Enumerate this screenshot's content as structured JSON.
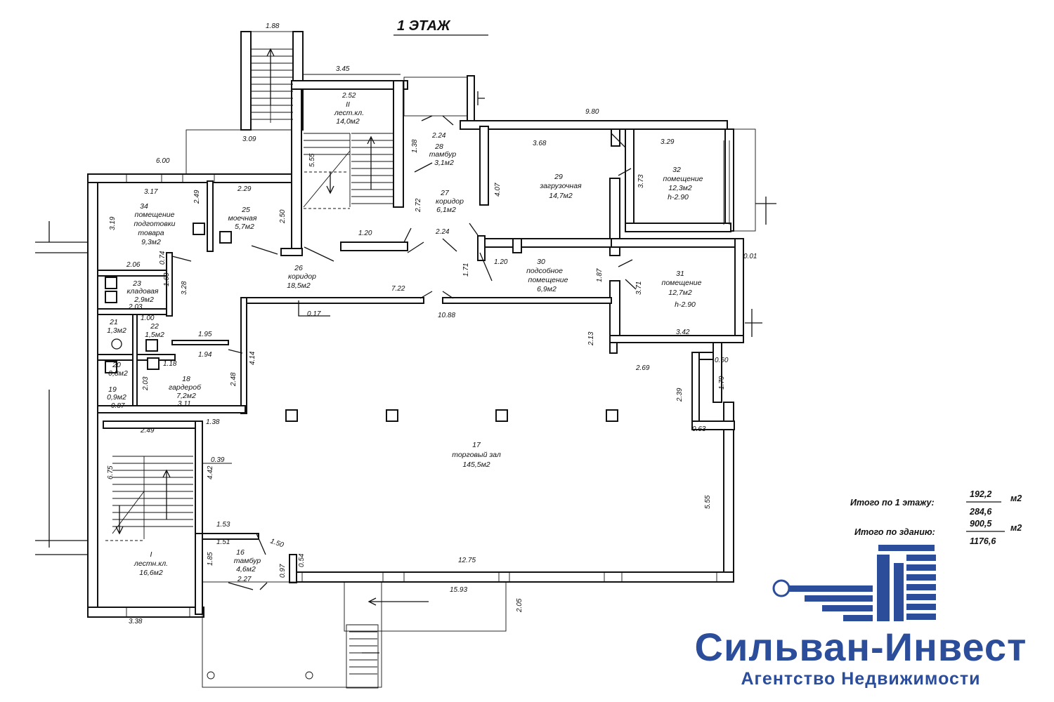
{
  "title": "1 ЭТАЖ",
  "rooms": [
    {
      "num": "34",
      "lines": [
        "помещение",
        "подготовки",
        "товара"
      ],
      "area": "9,3м2"
    },
    {
      "num": "25",
      "lines": [
        "моечная"
      ],
      "area": "5,7м2"
    },
    {
      "num": "II",
      "lines": [
        "лест.кл."
      ],
      "area": "14,0м2"
    },
    {
      "num": "28",
      "lines": [
        "тамбур"
      ],
      "area": "3,1м2"
    },
    {
      "num": "27",
      "lines": [
        "коридор"
      ],
      "area": "6,1м2"
    },
    {
      "num": "29",
      "lines": [
        "загрузочная"
      ],
      "area": "14,7м2"
    },
    {
      "num": "32",
      "lines": [
        "помещение"
      ],
      "area": "12,3м2",
      "height": "h-2.90"
    },
    {
      "num": "26",
      "lines": [
        "коридор"
      ],
      "area": "18,5м2"
    },
    {
      "num": "30",
      "lines": [
        "подсобное",
        "помещение"
      ],
      "area": "6,9м2"
    },
    {
      "num": "31",
      "lines": [
        "помещение"
      ],
      "area": "12,7м2",
      "height": "h-2.90"
    },
    {
      "num": "23",
      "lines": [
        "кладовая"
      ],
      "area": "2,9м2"
    },
    {
      "num": "21",
      "lines": [],
      "area": "1,3м2"
    },
    {
      "num": "22",
      "lines": [],
      "area": "1,5м2"
    },
    {
      "num": "20",
      "lines": [],
      "area": "0,8м2"
    },
    {
      "num": "19",
      "lines": [],
      "area": "0,9м2"
    },
    {
      "num": "18",
      "lines": [
        "гардероб"
      ],
      "area": "7,2м2"
    },
    {
      "num": "17",
      "lines": [
        "торговый зал"
      ],
      "area": "145,5м2"
    },
    {
      "num": "I",
      "lines": [
        "лестн.кл."
      ],
      "area": "16,6м2"
    },
    {
      "num": "16",
      "lines": [
        "тамбур"
      ],
      "area": "4,6м2"
    }
  ],
  "dims": [
    "1.88",
    "3.45",
    "2.52",
    "9.80",
    "3.09",
    "6.00",
    "2.24",
    "1.38",
    "3.68",
    "3.29",
    "5.55",
    "4.07",
    "3.73",
    "3.17",
    "2.49",
    "2.29",
    "2.72",
    "3.19",
    "2.50",
    "1.20",
    "2.24",
    "2.06",
    "0.74",
    "1.20",
    "1.71",
    "1.87",
    "0.01",
    "3.71",
    "7.22",
    "1.63",
    "3.28",
    "2.03",
    "0.17",
    "10.88",
    "3.42",
    "1.00",
    "1.95",
    "2.13",
    "1.94",
    "4.14",
    "1.18",
    "2.69",
    "0.60",
    "2.03",
    "2.48",
    "1.79",
    "2.39",
    "0.87",
    "3.11",
    "1.38",
    "0.63",
    "2.49",
    "0.39",
    "6.75",
    "4.42",
    "5.55",
    "1.53",
    "1.51",
    "1.50",
    "1.85",
    "0.97",
    "0.54",
    "12.75",
    "2.27",
    "15.93",
    "2.05",
    "3.38"
  ],
  "totals": {
    "floor_label": "Итого по 1 этажу:",
    "floor_num": "192,2",
    "floor_den": "284,6",
    "floor_unit": "м2",
    "building_label": "Итого по зданию:",
    "building_num": "900,5",
    "building_den": "1176,6",
    "building_unit": "м2"
  },
  "brand": {
    "name": "Сильван-Инвест",
    "subtitle": "Агентство Недвижимости",
    "color": "#2b4d9a"
  }
}
